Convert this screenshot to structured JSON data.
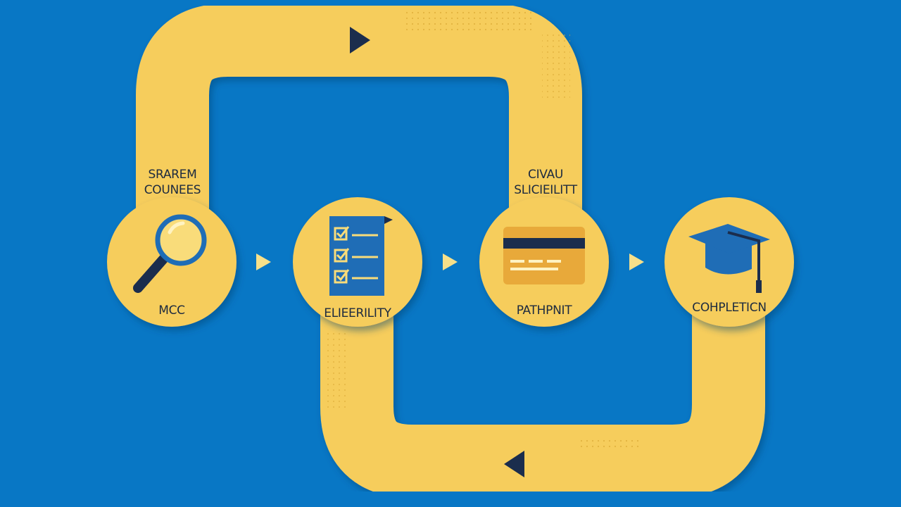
{
  "diagram": {
    "colors": {
      "background": "#0877c5",
      "track": "#f6cd5b",
      "node": "#f6cd5b",
      "ink": "#1b2d4d",
      "icon_blue": "#1f6db6"
    },
    "top_labels": [
      {
        "id": "search",
        "lines": [
          "SRAREM",
          "COUNEES"
        ]
      },
      {
        "id": "civau",
        "lines": [
          "CIVAU",
          "SLICIEILITT"
        ]
      }
    ],
    "nodes": [
      {
        "id": "mcc",
        "label": "MCC",
        "icon": "magnifying-glass-icon"
      },
      {
        "id": "eligibility",
        "label": "ELIEERILITY",
        "icon": "checklist-icon"
      },
      {
        "id": "payment",
        "label": "PATHPNIT",
        "icon": "credit-card-icon"
      },
      {
        "id": "completion",
        "label": "COHPLETICN",
        "icon": "graduation-cap-icon"
      }
    ],
    "connector_icons": [
      "arrow-right-icon",
      "arrow-right-icon",
      "arrow-right-icon"
    ],
    "track_icons": [
      "arrow-right-icon",
      "arrow-left-icon"
    ]
  }
}
